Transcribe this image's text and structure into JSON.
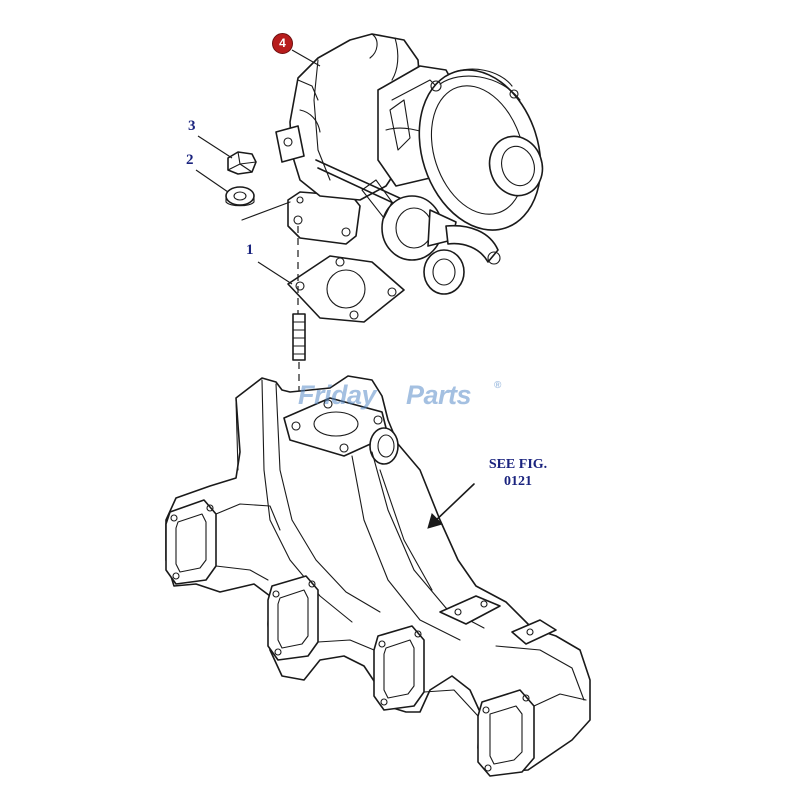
{
  "diagram": {
    "callouts": [
      {
        "id": "1",
        "label": "1"
      },
      {
        "id": "2",
        "label": "2"
      },
      {
        "id": "3",
        "label": "3"
      }
    ],
    "main_part_badge": {
      "label": "4"
    },
    "reference_note": {
      "text": "SEE FIG.\n0121"
    },
    "watermark": {
      "part1": "Friday",
      "part2": "Parts",
      "mark": "®"
    },
    "colors": {
      "callout_number": "#1a237e",
      "badge_fill": "#b71c1c",
      "line_art": "#1a1a1a",
      "watermark": "#5a8cc8"
    }
  }
}
